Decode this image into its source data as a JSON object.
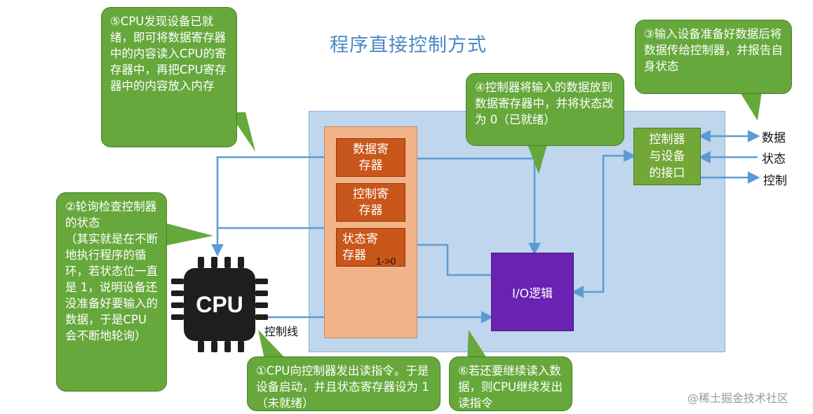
{
  "title": "程序直接控制方式",
  "registers": {
    "data_reg": "数据寄\n存器",
    "ctrl_reg": "控制寄\n存器",
    "status_reg": "状态寄\n存器",
    "status_change": "1->0"
  },
  "io_logic": "I/O逻辑",
  "interface": "控制器\n与设备\n的接口",
  "signals": {
    "data": "数据",
    "status": "状态",
    "control": "控制"
  },
  "cpu_label": "CPU",
  "control_line": "控制线",
  "callouts": {
    "step1": "①CPU向控制器发出读指令。于是设备启动，并且状态寄存器设为 1（未就绪）",
    "step2": "②轮询检查控制器的状态\n（其实就是在不断地执行程序的循环，若状态位一直是 1，说明设备还没准备好要输入的数据，于是CPU会不断地轮询）",
    "step3": "③输入设备准备好数据后将数据传给控制器，并报告自身状态",
    "step4": "④控制器将输入的数据放到数据寄存器中，并将状态改为 0（已就绪）",
    "step5": "⑤CPU发现设备已就绪，即可将数据寄存器中的内容读入CPU的寄存器中，再把CPU寄存器中的内容放入内存",
    "step6": "⑥若还要继续读入数据，则CPU继续发出读指令"
  },
  "watermark": "@稀土掘金技术社区",
  "colors": {
    "device_area": "#bfd6ec",
    "controller": "#f3b389",
    "register": "#c9561a",
    "io_logic": "#6a22b2",
    "interface": "#73a738",
    "callout": "#66a83b",
    "wire": "#5b9bd5",
    "title": "#4a88c6"
  }
}
